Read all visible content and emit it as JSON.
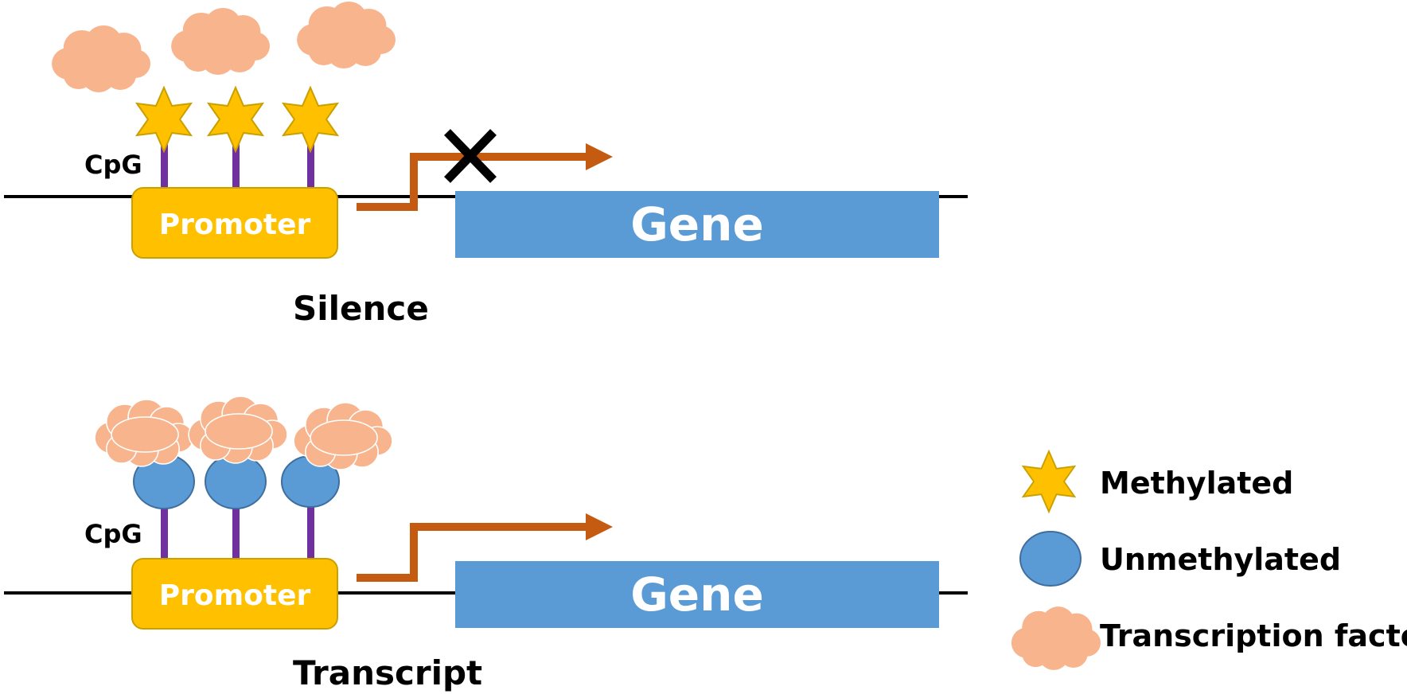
{
  "panels": {
    "silence": {
      "cpg_label": "CpG",
      "promoter_label": "Promoter",
      "gene_label": "Gene",
      "caption": "Silence"
    },
    "transcript": {
      "cpg_label": "CpG",
      "promoter_label": "Promoter",
      "gene_label": "Gene",
      "caption": "Transcript"
    }
  },
  "legend": {
    "methylated": "Methylated",
    "unmethylated": "Unmethylated",
    "transcription_factor": "Transcription factor"
  },
  "colors": {
    "dna_line": "#000000",
    "promoter_fill": "#FFC000",
    "promoter_stroke": "#C9A000",
    "gene_fill": "#5B9BD5",
    "cpg_stem": "#7030A0",
    "methyl_star": "#FFC000",
    "unmethyl_circle": "#5B9BD5",
    "transcription_factor": "#F8B48C",
    "arrow": "#C55A11",
    "block_x": "#000000"
  }
}
